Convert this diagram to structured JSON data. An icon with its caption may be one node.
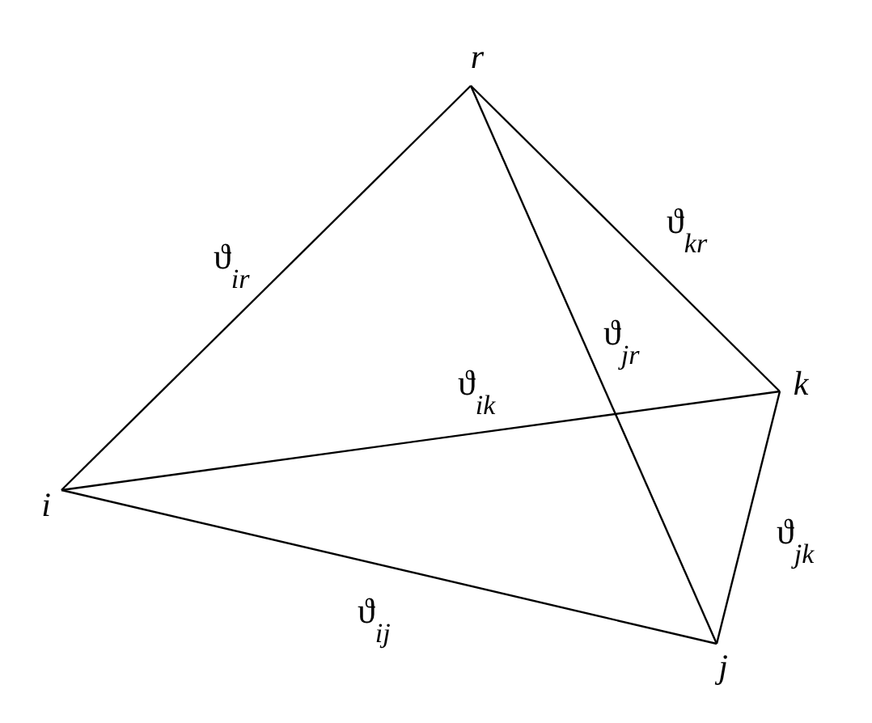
{
  "diagram": {
    "nodes": [
      {
        "text": [
          "r"
        ]
      },
      {
        "text": [
          "k"
        ]
      },
      {
        "text": [
          "i"
        ]
      },
      {
        "text": [
          "j"
        ]
      }
    ],
    "edges": [
      {
        "from": 2,
        "to": 0,
        "arrow": "none",
        "label": "ϑ$_{ir}$"
      },
      {
        "from": 0,
        "to": 1,
        "arrow": "none",
        "label": "ϑ$_{kr}$"
      },
      {
        "from": 0,
        "to": 3,
        "arrow": "none",
        "label": "ϑ$_{jr}$"
      },
      {
        "from": 2,
        "to": 1,
        "arrow": "none",
        "label": "ϑ$_{ik}$"
      },
      {
        "from": 1,
        "to": 3,
        "arrow": "none",
        "label": "ϑ$_{jk}$"
      },
      {
        "from": 2,
        "to": 3,
        "arrow": "none",
        "label": "ϑ$_{ij}$"
      }
    ]
  }
}
